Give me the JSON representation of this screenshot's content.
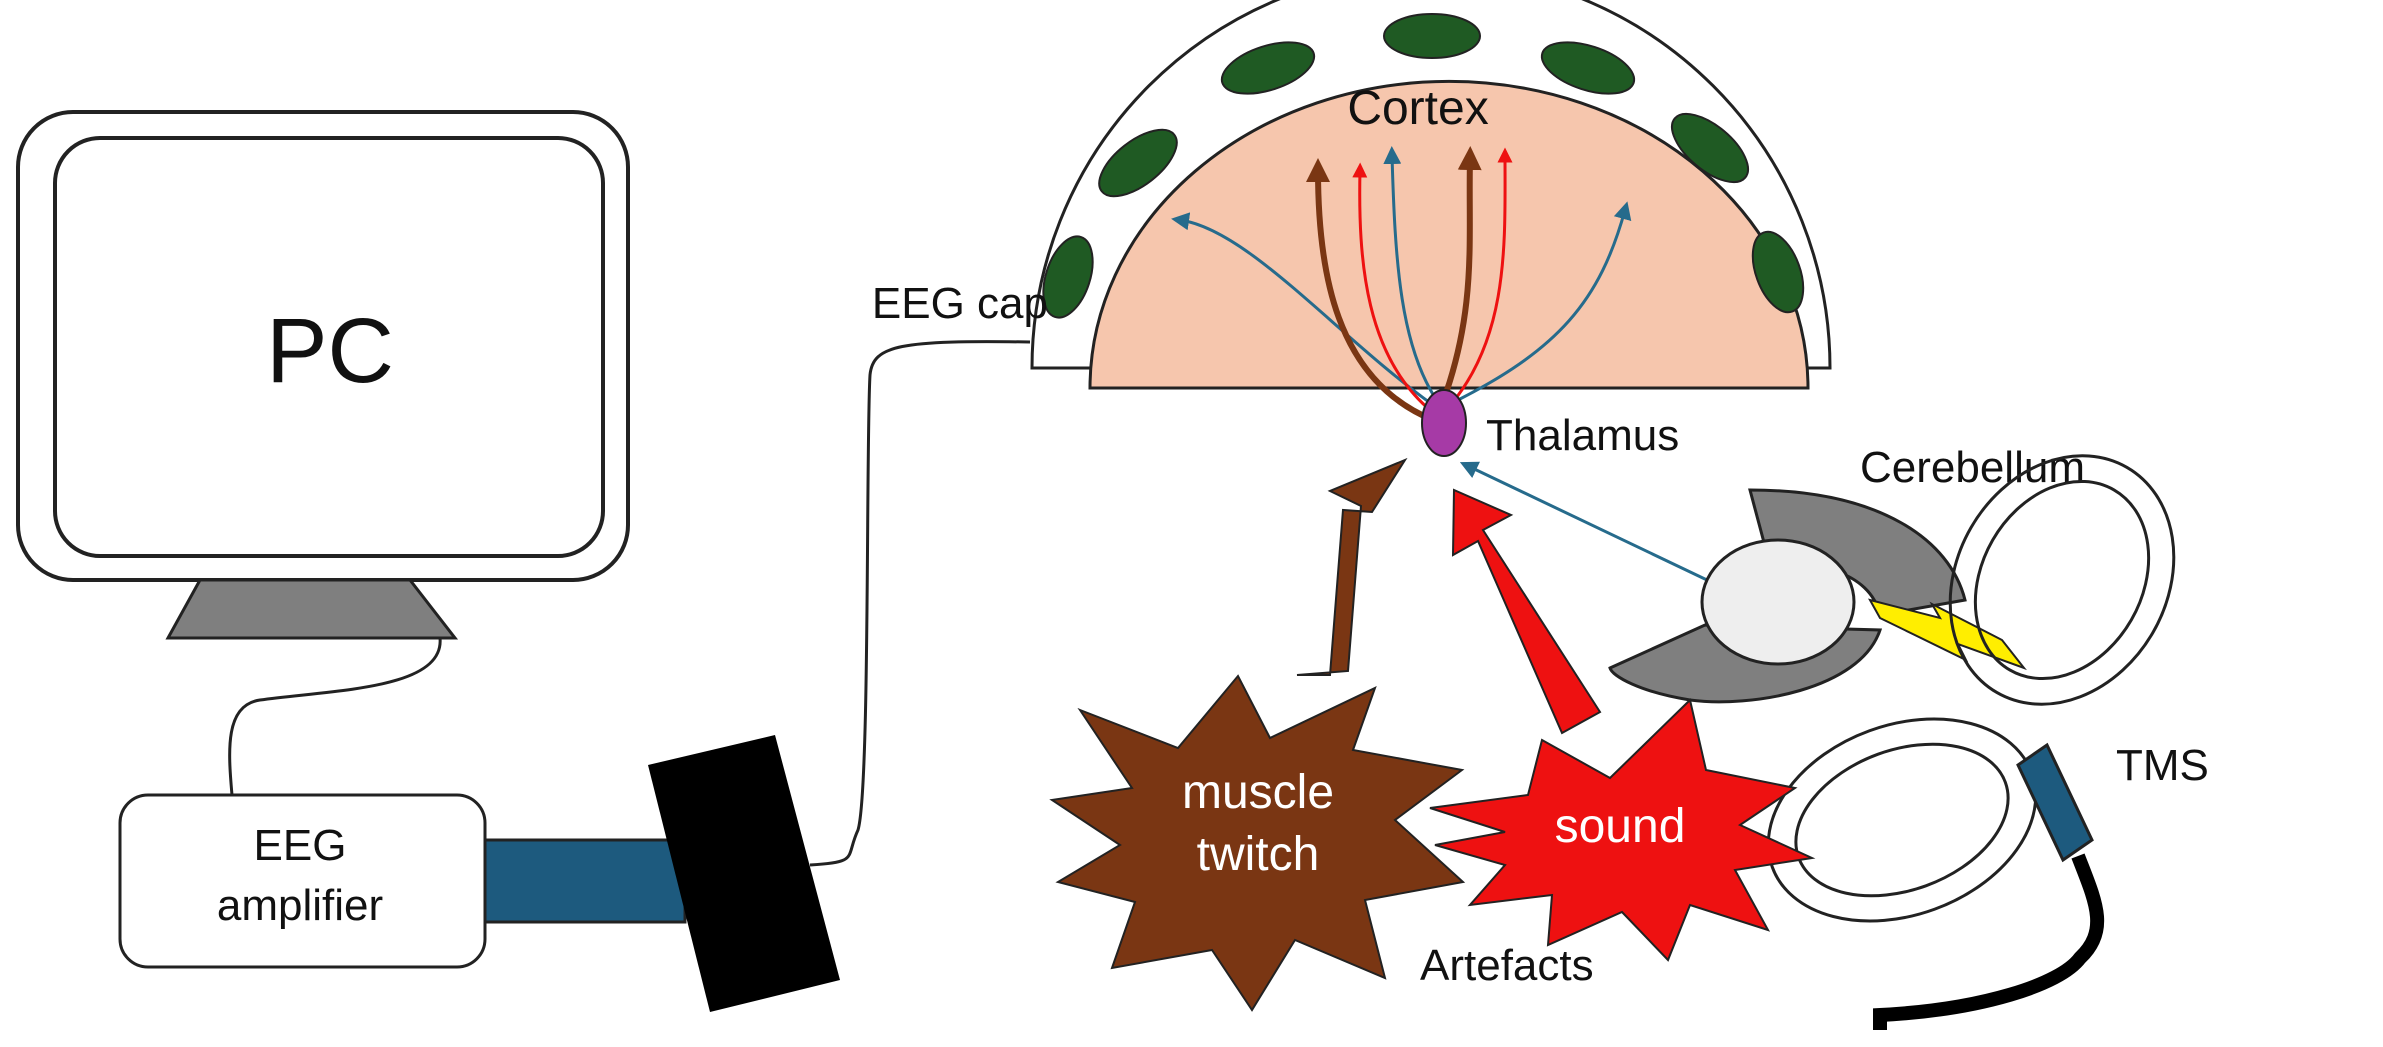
{
  "labels": {
    "pc": "PC",
    "eeg_amplifier_line1": "EEG",
    "eeg_amplifier_line2": "amplifier",
    "eeg_cap": "EEG cap",
    "cortex": "Cortex",
    "thalamus": "Thalamus",
    "cerebellum": "Cerebellum",
    "tms": "TMS",
    "muscle_twitch_line1": "muscle",
    "muscle_twitch_line2": "twitch",
    "sound": "sound",
    "artefacts": "Artefacts"
  },
  "colors": {
    "cortex_fill": "#f6c6ad",
    "electrode": "#1f5a23",
    "thalamus": "#a63aa6",
    "muscle_artefact": "#7a3613",
    "sound_artefact": "#ee1111",
    "cerebellar_path": "#266b8c",
    "cable_blue": "#1d5a7e",
    "cerebellum_grey": "#7f7f7f",
    "tms_pulse": "#ffee00"
  },
  "icons": {
    "monitor": "monitor-icon",
    "amplifier": "amplifier-box",
    "connector": "connector-block",
    "cerebellum": "cerebellum-shape",
    "tms_coil": "figure-eight-coil-icon",
    "pulse": "lightning-bolt-icon"
  }
}
